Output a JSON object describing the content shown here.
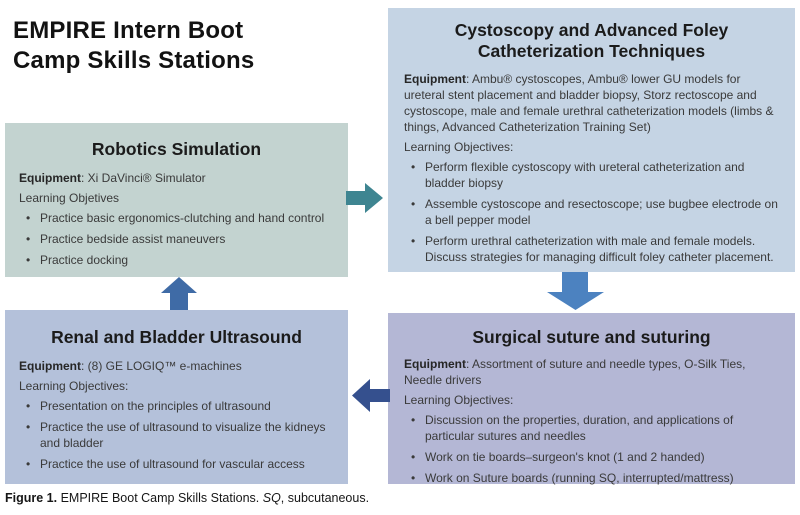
{
  "title": {
    "line1": "EMPIRE Intern Boot",
    "line2": "Camp Skills Stations"
  },
  "glyphs": {
    "bullet": "•"
  },
  "boxes": {
    "robotics": {
      "title": "Robotics Simulation",
      "equipment_label": "Equipment",
      "equipment_text": ": Xi DaVinci® Simulator",
      "objectives_label": "Learning Objetives",
      "bullets": [
        "Practice basic ergonomics-clutching and hand control",
        "Practice bedside assist maneuvers",
        "Practice docking"
      ],
      "bg_color": "#c3d3d0"
    },
    "cystoscopy": {
      "title": "Cystoscopy and Advanced Foley Catheterization Techniques",
      "equipment_label": "Equipment",
      "equipment_text": ": Ambu® cystoscopes, Ambu® lower GU models for ureteral stent placement and bladder biopsy, Storz rectoscope and cystoscope, male and female urethral catheterization models (limbs & things, Advanced Catheterization Training Set)",
      "objectives_label": "Learning Objectives:",
      "bullets": [
        "Perform flexible cystoscopy with ureteral catheterization and bladder biopsy",
        "Assemble cystoscope and resectoscope; use bugbee electrode on a bell pepper model",
        "Perform urethral catheterization with male and female models. Discuss strategies for managing difficult foley catheter placement."
      ],
      "bg_color": "#c5d4e4"
    },
    "renal": {
      "title": "Renal and Bladder Ultrasound",
      "equipment_label": "Equipment",
      "equipment_text": ": (8) GE LOGIQ™ e-machines",
      "objectives_label": "Learning Objectives:",
      "bullets": [
        "Presentation on the principles of ultrasound",
        "Practice the use of ultrasound to visualize the kidneys and bladder",
        "Practice the use of ultrasound for vascular access"
      ],
      "bg_color": "#b4c1da"
    },
    "surgical": {
      "title": "Surgical suture and suturing",
      "equipment_label": "Equipment",
      "equipment_text": ": Assortment of suture and needle types, O-Silk Ties, Needle drivers",
      "objectives_label": "Learning Objectives:",
      "bullets": [
        "Discussion on the properties, duration, and applications of particular sutures and needles",
        "Work on tie boards–surgeon's knot (1 and 2 handed)",
        "Work on Suture boards (running SQ, interrupted/mattress)"
      ],
      "bg_color": "#b4b7d5"
    }
  },
  "arrows": {
    "right": {
      "color": "#3e8591"
    },
    "down": {
      "color": "#4c82c0"
    },
    "left": {
      "color": "#35508e"
    },
    "up": {
      "color": "#3f6ba6"
    }
  },
  "caption": {
    "figure_label": "Figure 1.",
    "text": " EMPIRE Boot Camp Skills Stations. ",
    "abbr": "SQ",
    "abbr_expansion": ", subcutaneous."
  }
}
